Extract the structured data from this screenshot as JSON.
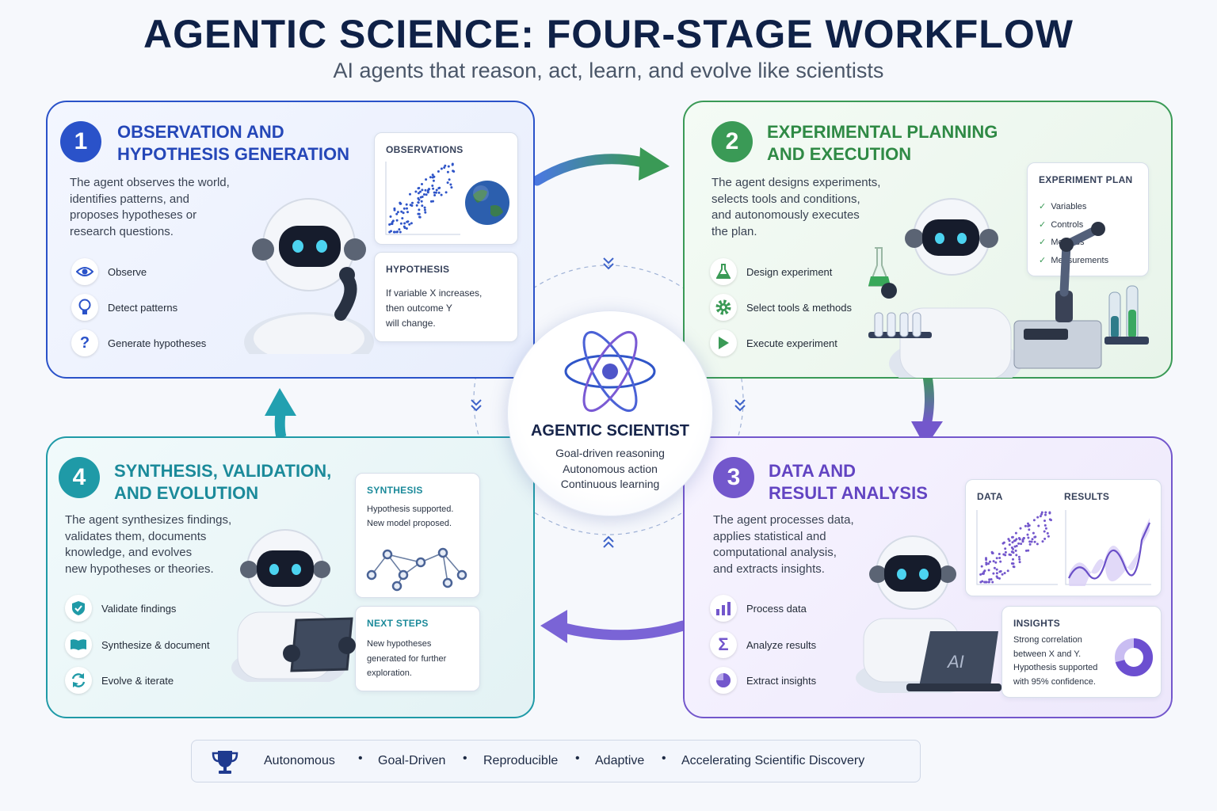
{
  "header": {
    "title": "AGENTIC SCIENCE: FOUR-STAGE WORKFLOW",
    "subtitle": "AI agents that reason, act, learn, and evolve like scientists"
  },
  "colors": {
    "blue": "#2a52c9",
    "green": "#3a9a56",
    "purple": "#7357cc",
    "teal": "#1f9aa7",
    "navy": "#0f2147"
  },
  "stage1": {
    "number": "1",
    "title_l1": "OBSERVATION AND",
    "title_l2": "HYPOTHESIS GENERATION",
    "desc": [
      "The agent observes the world,",
      "identifies patterns, and",
      "proposes hypotheses or",
      "research questions."
    ],
    "items": [
      "Observe",
      "Detect patterns",
      "Generate hypotheses"
    ],
    "panel_obs_title": "OBSERVATIONS",
    "panel_hyp_title": "HYPOTHESIS",
    "panel_hyp_text": [
      "If variable X increases,",
      "then outcome Y",
      "will change."
    ]
  },
  "stage2": {
    "number": "2",
    "title_l1": "EXPERIMENTAL PLANNING",
    "title_l2": "AND EXECUTION",
    "desc": [
      "The agent designs experiments,",
      "selects tools and conditions,",
      "and autonomously executes",
      "the plan."
    ],
    "items": [
      "Design experiment",
      "Select tools & methods",
      "Execute experiment"
    ],
    "plan_title": "EXPERIMENT PLAN",
    "plan_items": [
      "Variables",
      "Controls",
      "Methods",
      "Measurements"
    ]
  },
  "stage3": {
    "number": "3",
    "title_l1": "DATA AND",
    "title_l2": "RESULT ANALYSIS",
    "desc": [
      "The agent processes data,",
      "applies statistical and",
      "computational analysis,",
      "and extracts insights."
    ],
    "items": [
      "Process data",
      "Analyze results",
      "Extract insights"
    ],
    "data_label": "DATA",
    "results_label": "RESULTS",
    "insights_title": "INSIGHTS",
    "insights_text": [
      "Strong correlation",
      "between X and Y.",
      "Hypothesis supported",
      "with 95% confidence."
    ],
    "laptop_label": "AI"
  },
  "stage4": {
    "number": "4",
    "title_l1": "SYNTHESIS, VALIDATION,",
    "title_l2": "AND EVOLUTION",
    "desc": [
      "The agent synthesizes findings,",
      "validates them, documents",
      "knowledge, and evolves",
      "new hypotheses or theories."
    ],
    "items": [
      "Validate findings",
      "Synthesize & document",
      "Evolve & iterate"
    ],
    "synth_title": "SYNTHESIS",
    "synth_text": [
      "Hypothesis supported.",
      "New model proposed."
    ],
    "next_title": "NEXT STEPS",
    "next_text": [
      "New hypotheses",
      "generated for further",
      "exploration."
    ]
  },
  "center": {
    "title": "AGENTIC SCIENTIST",
    "lines": [
      "Goal-driven reasoning",
      "Autonomous action",
      "Continuous learning"
    ]
  },
  "footer": {
    "items": [
      "Autonomous",
      "Goal-Driven",
      "Reproducible",
      "Adaptive",
      "Accelerating Scientific Discovery"
    ],
    "separator": "•"
  }
}
